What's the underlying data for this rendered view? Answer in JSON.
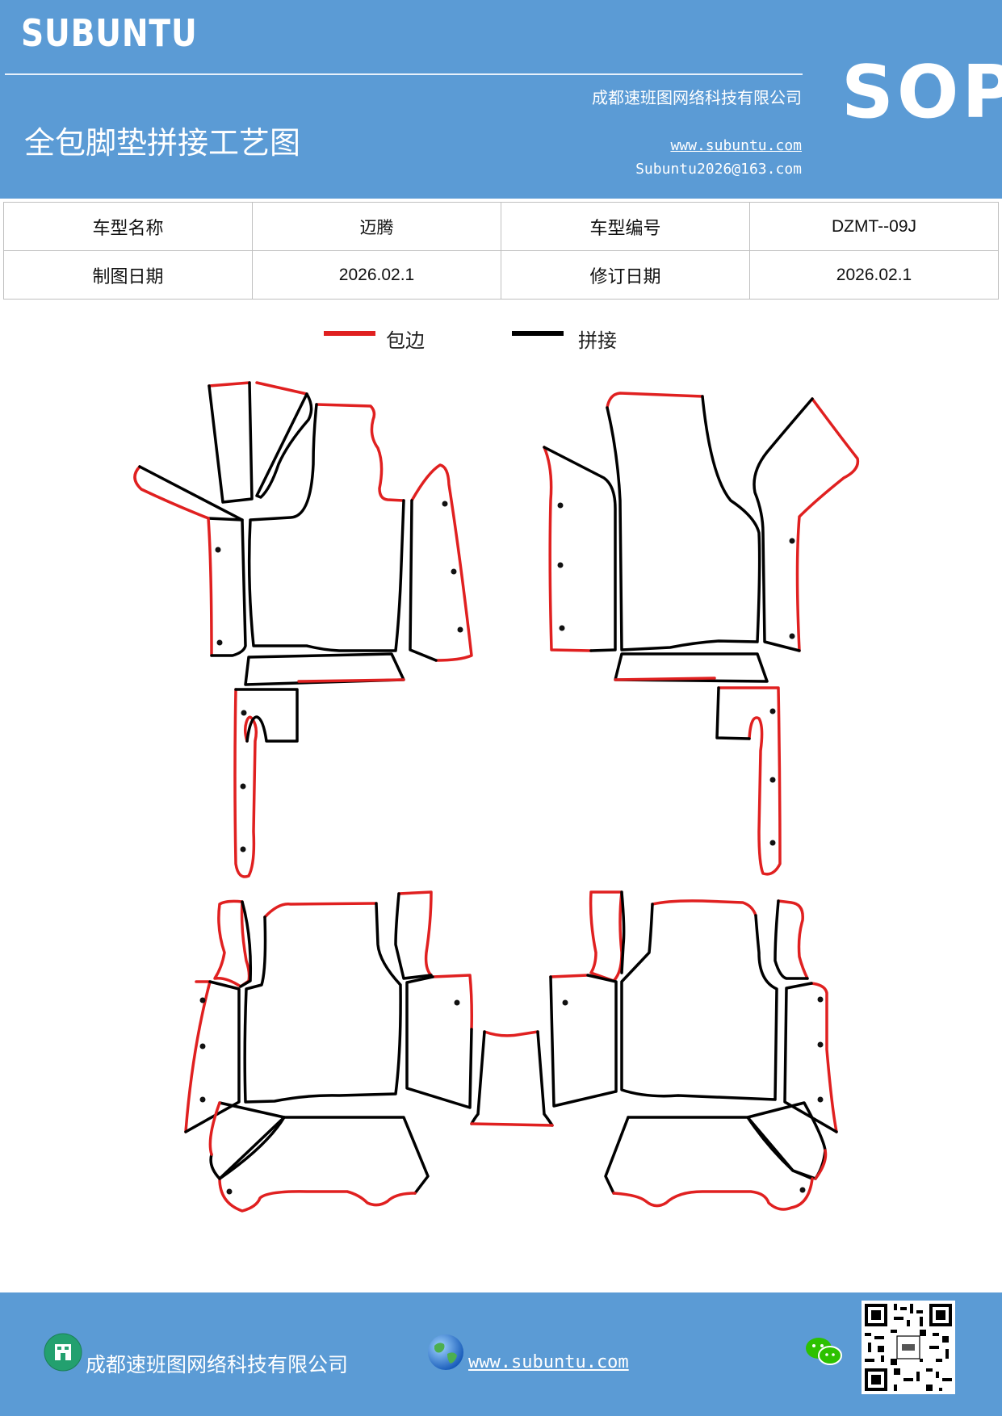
{
  "header": {
    "brand": "SUBUNTU",
    "title": "全包脚垫拼接工艺图",
    "company": "成都速班图网络科技有限公司",
    "website": "www.subuntu.com",
    "email": "Subuntu2026@163.com",
    "badge": "SOP"
  },
  "info_table": {
    "rows": [
      {
        "label1": "车型名称",
        "value1": "迈腾",
        "label2": "车型编号",
        "value2": "DZMT--09J"
      },
      {
        "label1": "制图日期",
        "value1": "2026.02.1",
        "label2": "修订日期",
        "value2": "2026.02.1"
      }
    ]
  },
  "legend": {
    "items": [
      {
        "label": "包边",
        "color": "#e02020"
      },
      {
        "label": "拼接",
        "color": "#000000"
      }
    ]
  },
  "colors": {
    "header_bg": "#5b9bd5",
    "edge_binding": "#e02020",
    "seam": "#000000"
  },
  "footer": {
    "company": "成都速班图网络科技有限公司",
    "website": "www.subuntu.com ",
    "icons": [
      "building-icon",
      "globe-icon",
      "wechat-icon",
      "qr-code"
    ]
  }
}
